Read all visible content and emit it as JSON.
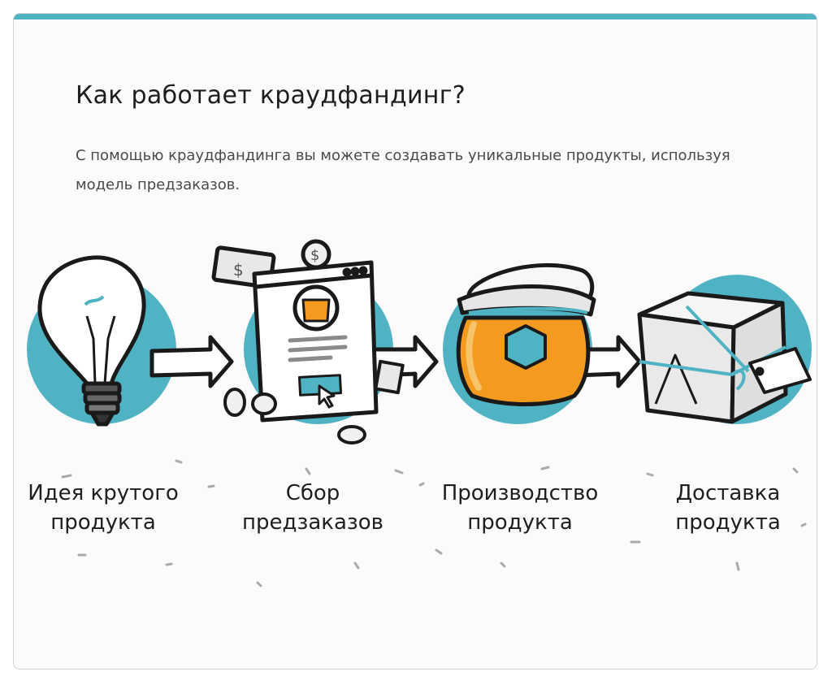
{
  "page": {
    "title": "Как работает краудфандинг?",
    "subtitle": "С помощью краудфандинга вы можете создавать уникальные продукты, используя модель предзаказов."
  },
  "steps": [
    {
      "label": "Идея крутого\nпродукта",
      "icon": "lightbulb-icon"
    },
    {
      "label": "Сбор\nпредзаказов",
      "icon": "preorder-page-icon"
    },
    {
      "label": "Производство\nпродукта",
      "icon": "honey-jar-icon"
    },
    {
      "label": "Доставка\nпродукта",
      "icon": "parcel-box-icon"
    }
  ],
  "colors": {
    "accent": "#4fb3c3",
    "circle": "#4fb3c3",
    "honey": "#f39a1f",
    "outline": "#1a1a1a",
    "paper": "#f2f2f2"
  }
}
